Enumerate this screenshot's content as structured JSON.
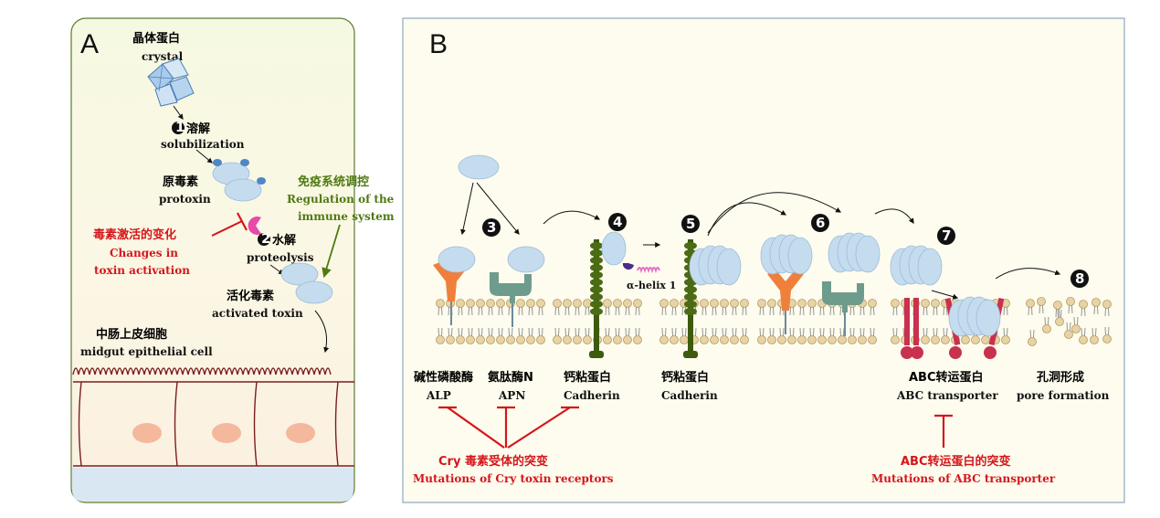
{
  "panelA": {
    "letter": "A",
    "crystal": {
      "cn": "晶体蛋白",
      "en": "crystal"
    },
    "step1": {
      "num": "1",
      "cn": "溶解",
      "en": "solubilization"
    },
    "protoxin": {
      "cn": "原毒素",
      "en": "protoxin"
    },
    "immune": {
      "cn": "免疫系统调控",
      "en1": "Regulation of the",
      "en2": "immune system"
    },
    "toxin_change": {
      "cn": "毒素激活的变化",
      "en1": "Changes in",
      "en2": "toxin activation"
    },
    "step2": {
      "num": "2",
      "cn": "水解",
      "en": "proteolysis"
    },
    "activated": {
      "cn": "活化毒素",
      "en": "activated toxin"
    },
    "midgut": {
      "cn": "中肠上皮细胞",
      "en": "midgut epithelial cell"
    }
  },
  "panelB": {
    "letter": "B",
    "steps": [
      "3",
      "4",
      "5",
      "6",
      "7",
      "8"
    ],
    "alpha_helix": "α-helix 1",
    "alp": {
      "cn": "碱性磷酸酶",
      "en": "ALP"
    },
    "apn": {
      "cn": "氨肽酶N",
      "en": "APN"
    },
    "cadherin1": {
      "cn": "钙粘蛋白",
      "en": "Cadherin"
    },
    "cadherin2": {
      "cn": "钙粘蛋白",
      "en": "Cadherin"
    },
    "abc": {
      "cn": "ABC转运蛋白",
      "en": "ABC transporter"
    },
    "pore": {
      "cn": "孔洞形成",
      "en": "pore formation"
    },
    "cry_mut": {
      "cn": "Cry 毒素受体的突变",
      "en": "Mutations of  Cry toxin receptors"
    },
    "abc_mut": {
      "cn": "ABC转运蛋白的突变",
      "en": "Mutations of ABC transporter"
    }
  },
  "colors": {
    "toxin": "#c5dcef",
    "alp": "#f07f3c",
    "apn": "#6e9c8c",
    "cadherin": "#3d5a0f",
    "abc": "#c8324f",
    "lipid_head": "#e8d3a6",
    "mutation_red": "#d4161b",
    "immune_green": "#4f7a12"
  }
}
